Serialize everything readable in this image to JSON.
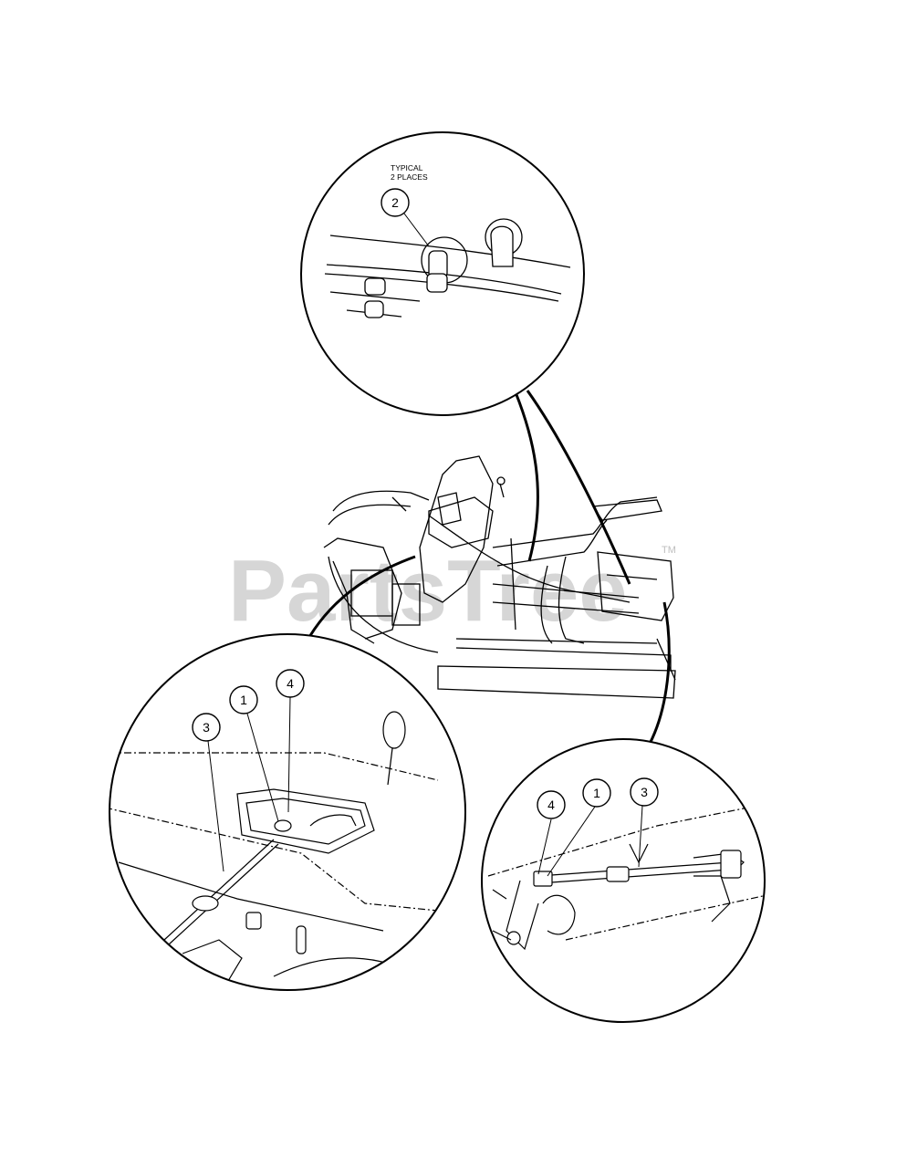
{
  "watermark": {
    "text": "PartsTree",
    "tm": "TM"
  },
  "callouts": {
    "typical_line1": "TYPICAL",
    "typical_line2": "2 PLACES",
    "top_2": "2",
    "left_1": "1",
    "left_3": "3",
    "left_4": "4",
    "right_1": "1",
    "right_3": "3",
    "right_4": "4"
  }
}
